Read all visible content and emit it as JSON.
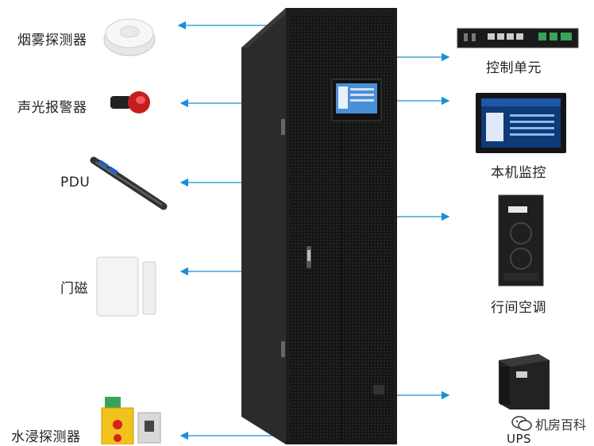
{
  "left_labels": [
    "烟雾探测器",
    "声光报警器",
    "PDU",
    "门磁",
    "水浸探测器"
  ],
  "right_labels": [
    "控制单元",
    "本机监控",
    "行间空调",
    "UPS"
  ],
  "watermark": "机房百科",
  "colors": {
    "arrow": "#1a8fd6",
    "cabinet": "#1c1c1c",
    "text": "#222222"
  }
}
